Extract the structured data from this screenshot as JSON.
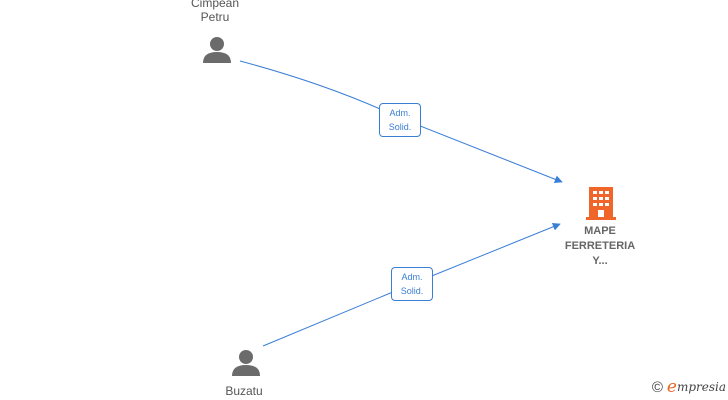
{
  "nodes": {
    "person_top": {
      "name_line1": "Cimpean",
      "name_line2": "Petru"
    },
    "person_bottom": {
      "name": "Buzatu"
    },
    "company": {
      "line1": "MAPE",
      "line2": "FERRETERIA",
      "line3": "Y..."
    }
  },
  "edges": [
    {
      "line1": "Adm.",
      "line2": "Solid."
    },
    {
      "line1": "Adm.",
      "line2": "Solid."
    }
  ],
  "footer": {
    "copyright_symbol": "©",
    "brand_first": "e",
    "brand_rest": "mpresia"
  },
  "colors": {
    "edge": "#3a7fd6",
    "person": "#6b6b6b",
    "company": "#f0652a"
  }
}
